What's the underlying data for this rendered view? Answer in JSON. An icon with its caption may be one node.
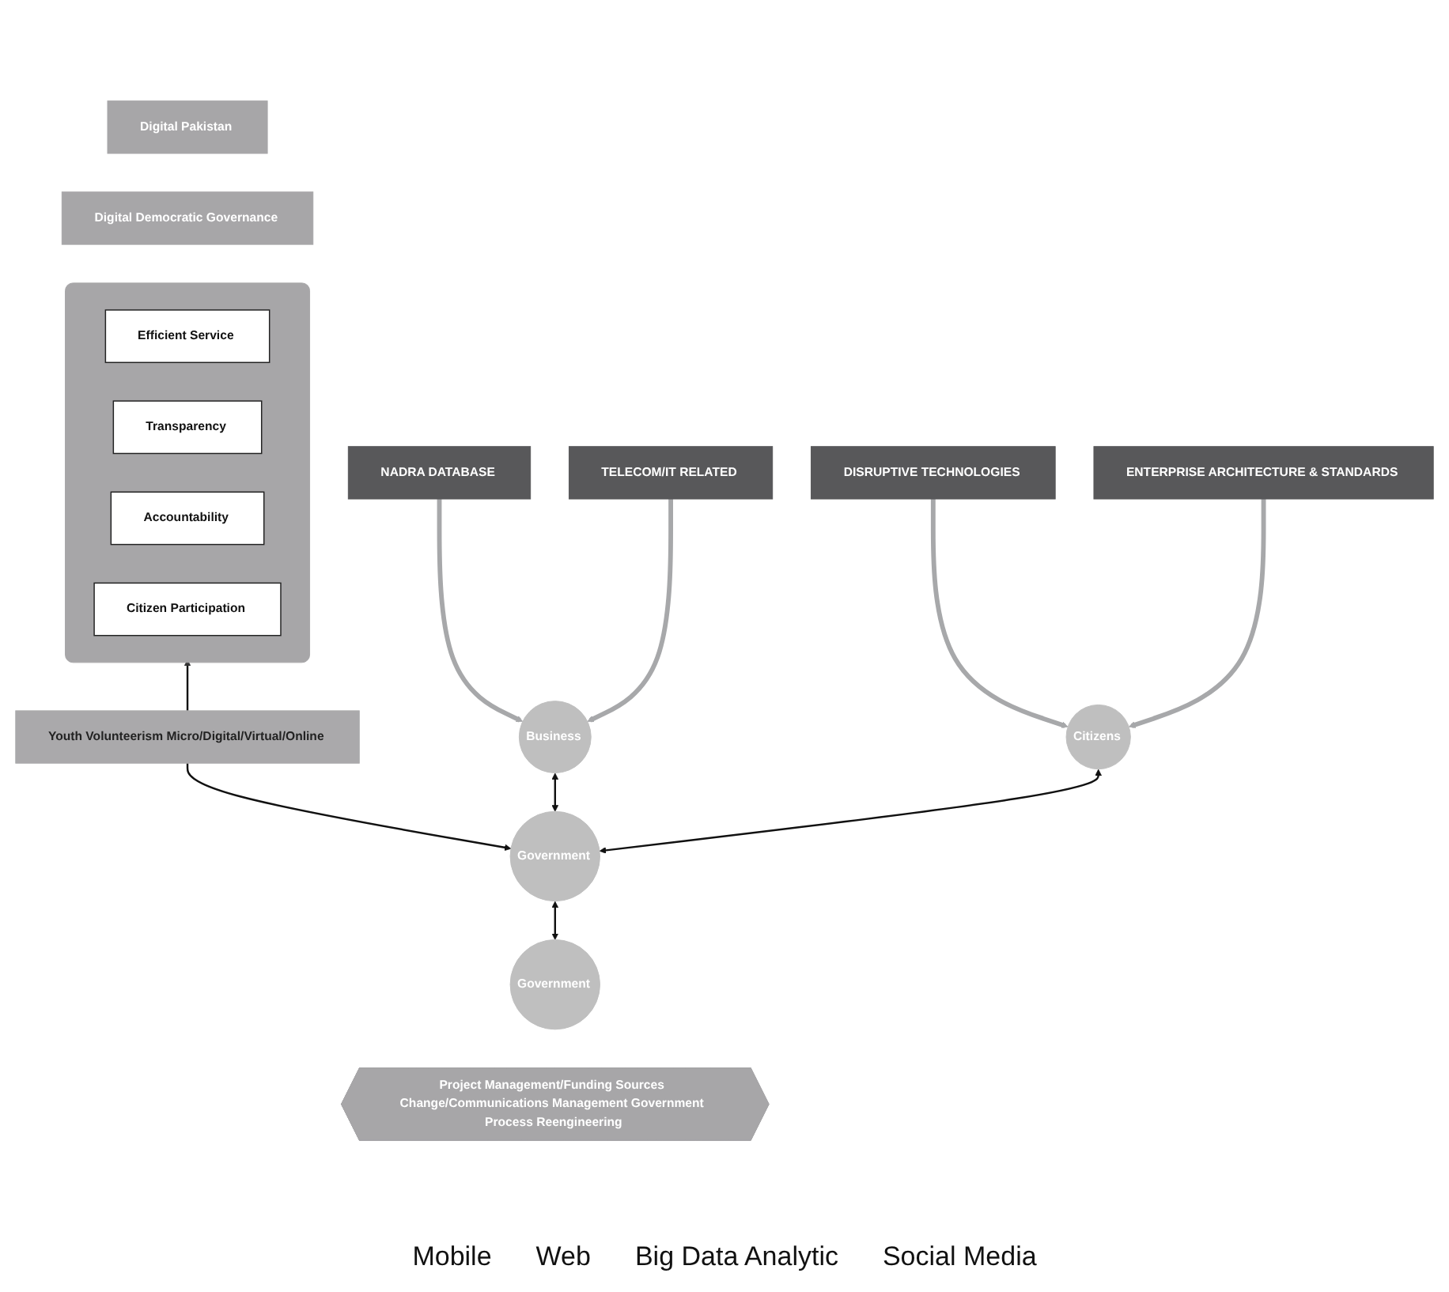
{
  "diagram": {
    "nodes": [
      {
        "text": [
          "Digital Pakistan"
        ]
      },
      {
        "text": [
          "Digital Democratic Governance"
        ]
      },
      {
        "text": [],
        "shape": "box"
      },
      {
        "text": [
          "Efficient Service"
        ],
        "in": 2
      },
      {
        "text": [
          "Transparency"
        ],
        "in": 2
      },
      {
        "text": [
          "Accountability"
        ],
        "in": 2
      },
      {
        "text": [
          "Citizen Participation"
        ],
        "in": 2
      },
      {
        "text": [
          "Youth Volunteerism Micro/Digital/Virtual/Online"
        ]
      },
      {
        "text": [
          "NADRA DATABASE"
        ]
      },
      {
        "text": [
          "TELECOM/IT RELATED"
        ]
      },
      {
        "text": [
          "Business"
        ]
      },
      {
        "text": [
          "Government"
        ]
      },
      {
        "text": [
          "Citizens"
        ]
      },
      {
        "text": [
          "DISRUPTIVE TECHNOLOGIES"
        ]
      },
      {
        "text": [
          "ENTERPRISE ARCHITECTURE & STANDARDS"
        ]
      },
      {
        "text": [
          "Government"
        ]
      },
      {
        "text": [
          "Project Management/Funding Sources Change/Communications Management Government Process Reengineering"
        ]
      }
    ],
    "edges": [
      {
        "from": 7,
        "to": 2,
        "arrow": "to"
      },
      {
        "from": 7,
        "to": 11,
        "arrow": "to"
      },
      {
        "from": 8,
        "to": 10,
        "arrow": "to",
        "style": "thick",
        "color": "#a7a8aa"
      },
      {
        "from": 9,
        "to": 10,
        "arrow": "to",
        "style": "thick",
        "color": "#a7a8aa"
      },
      {
        "from": 13,
        "to": 12,
        "arrow": "to",
        "style": "thick",
        "color": "#a7a8aa"
      },
      {
        "from": 14,
        "to": 12,
        "arrow": "to",
        "style": "thick",
        "color": "#a7a8aa"
      },
      {
        "from": 10,
        "to": 11,
        "arrow": "both"
      },
      {
        "from": 12,
        "to": 11,
        "arrow": "both"
      },
      {
        "from": 11,
        "to": 15,
        "arrow": "both"
      }
    ],
    "labels": [
      "Mobile",
      "Web",
      "Big Data Analytic",
      "Social Media"
    ]
  }
}
